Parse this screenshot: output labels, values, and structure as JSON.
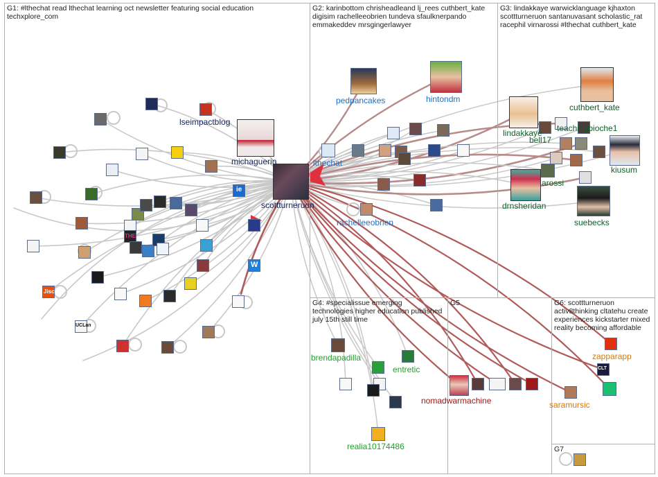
{
  "groups": [
    {
      "id": "G1",
      "title": "G1: #lthechat read lthechat learning oct newsletter featuring social education techxplore_com"
    },
    {
      "id": "G2",
      "title": "G2: karinbottom chrisheadleand lj_rees cuthbert_kate digisim rachelleeobrien tundeva sfaulknerpando emmakeddev mrsgingerlawyer"
    },
    {
      "id": "G3",
      "title": "G3: lindakkaye warwicklanguage kjhaxton scottturneruon santanuvasant scholastic_rat racephil virnarossi #lthechat cuthbert_kate"
    },
    {
      "id": "G4",
      "title": "G4: #specialissue emerging technologies higher education published july 15th still time"
    },
    {
      "id": "G5",
      "title": "G5"
    },
    {
      "id": "G6",
      "title": "G6: scottturneruon activ8thinking cltatehu create experiences kickstarter mixed reality becoming affordable"
    },
    {
      "id": "G7",
      "title": "G7"
    }
  ],
  "labels": {
    "lseimpactblog": "lseimpactblog",
    "michaguerin": "michaguerin",
    "scottturneruon": "scottturneruon",
    "lthechat": "lthechat",
    "pedpancakes": "pedpancakes",
    "hintondm": "hintondm",
    "rachelleeobrien": "rachelleeobrien",
    "lindakkaye": "lindakkaye",
    "cuthbert_kate": "cuthbert_kate",
    "teachingbioche1": "teachingbioche1",
    "bell17": "bell17",
    "kiusum": "kiusum",
    "arossi": "arossi",
    "drnsheridan": "drnsheridan",
    "suebecks": "suebecks",
    "brendapadilla": "brendapadilla",
    "entretic": "entretic",
    "realia10174486": "realia10174486",
    "nomadwarmachine": "nomadwarmachine",
    "zapparapp": "zapparapp",
    "saramursic": "saramursic"
  },
  "node_text": {
    "uclan": "UCLan",
    "jisc": "Jisc",
    "wonkhe": "W",
    "ie": "ie",
    "the": "THE",
    "clt": "CLT"
  },
  "colors": {
    "edge_gray": "#c8c8c8",
    "edge_red": "#b88a8a",
    "edge_red_dark": "#b05a5a",
    "arrow_red": "#e03040",
    "g1": "#10205a",
    "g2": "#1f6fc2",
    "g3": "#10602a",
    "g4": "#22a02a",
    "g5": "#a01818",
    "g6": "#d07a10"
  }
}
